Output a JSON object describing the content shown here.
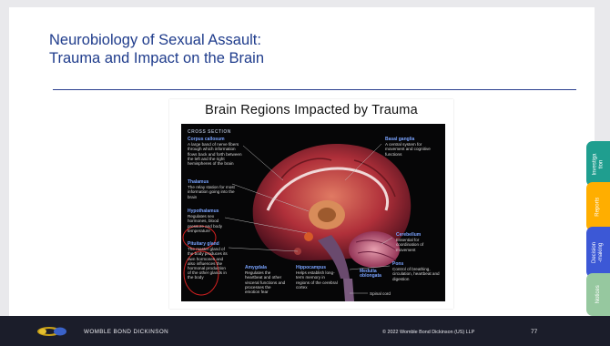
{
  "slide": {
    "title_line1": "Neurobiology of Sexual Assault:",
    "title_line2": "Trauma and Impact on the Brain"
  },
  "figure": {
    "title": "Brain Regions Impacted by Trauma",
    "section_label": "CROSS SECTION",
    "labels": [
      {
        "name": "Corpus callosum",
        "desc": "A large band of nerve fibers through which information flows back and forth between the left and the right hemispheres of the brain"
      },
      {
        "name": "Thalamus",
        "desc": "The relay station for most information going into the brain"
      },
      {
        "name": "Hypothalamus",
        "desc": "Regulates sex hormones, blood pressure and body temperature"
      },
      {
        "name": "Pituitary gland",
        "desc": "The master gland of the body produces its own hormones and also influences the hormonal production of the other glands in the body"
      },
      {
        "name": "Amygdala",
        "desc": "Regulates the heartbeat and other visceral functions and processes the emotion fear"
      },
      {
        "name": "Hippocampus",
        "desc": "Helps establish long-term memory in regions of the cerebral cortex"
      },
      {
        "name": "Basal ganglia",
        "desc": "A central system for movement and cognitive functions"
      },
      {
        "name": "Cerebellum",
        "desc": "Essential for coordination of movement"
      },
      {
        "name": "Pons",
        "desc": "Control of breathing, circulation, heartbeat and digestion"
      },
      {
        "name": "Medulla oblongata",
        "desc": ""
      },
      {
        "name": "Spinal cord",
        "desc": ""
      }
    ]
  },
  "footer": {
    "brand": "WOMBLE BOND DICKINSON",
    "copyright": "© 2022 Womble Bond Dickinson (US) LLP",
    "page_number": "77"
  },
  "tabs": [
    {
      "label": "Investiga\ntion",
      "color": "#1f9e8f"
    },
    {
      "label": "Reports",
      "color": "#ffae00"
    },
    {
      "label": "Decision\n-making",
      "color": "#3c58d6"
    },
    {
      "label": "Notices",
      "color": "#96c89f"
    }
  ]
}
